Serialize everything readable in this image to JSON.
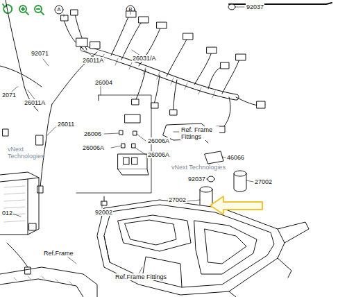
{
  "diagram": {
    "labels": [
      "A",
      "B",
      "92037",
      "92071",
      "26011A",
      "26031/A",
      "26004",
      "2071",
      "26011A",
      "26011",
      "26006",
      "26006A",
      "26006A",
      "26006A",
      "Ref. Frame Fittings",
      "vNext Technologies",
      "46066",
      "vNext Technologies",
      "92037",
      "27002",
      "27002",
      "92002",
      "012",
      "Ref.Frame",
      "Ref.Frame Fittings"
    ]
  }
}
